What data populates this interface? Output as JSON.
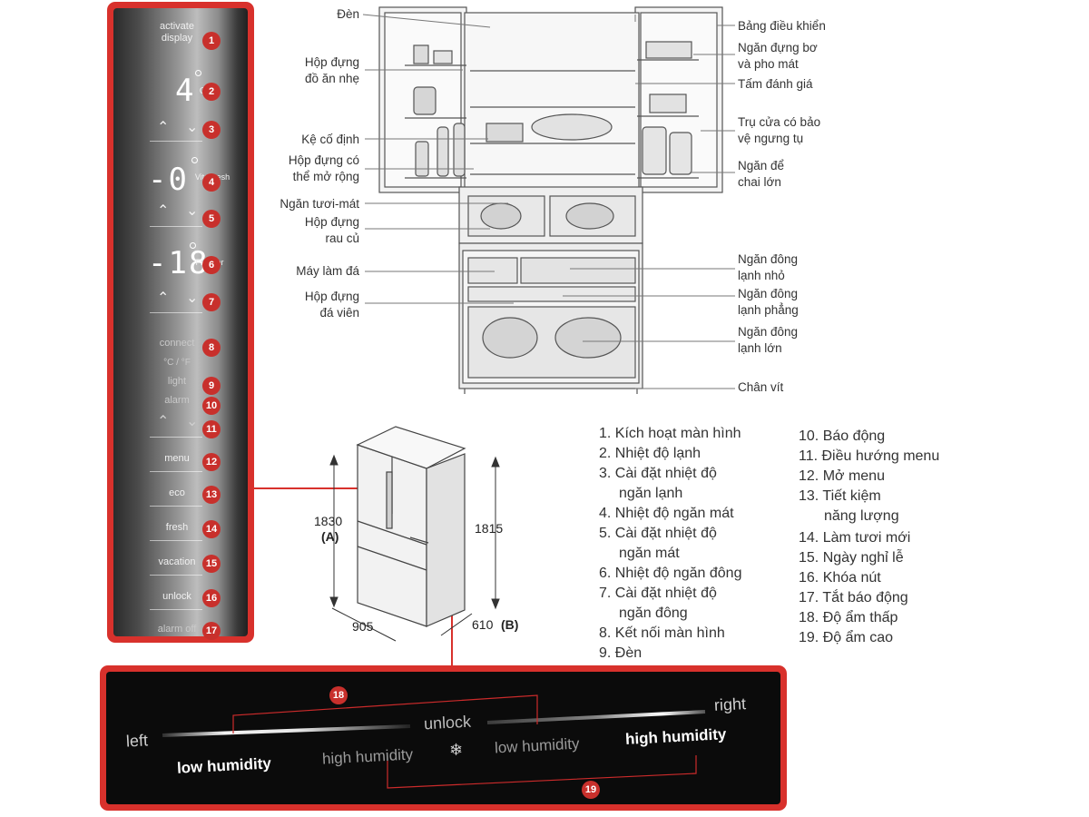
{
  "panel": {
    "activate_display": "activate\ndisplay",
    "cool_temp": "4",
    "cool_label": "Cool",
    "vita_temp": "-0",
    "vita_label": "VitaFresh",
    "freeze_temp": "-18",
    "freeze_label": "Freezer",
    "connect": "connect",
    "unit": "°C / °F",
    "light": "light",
    "alarm": "alarm",
    "menu": "menu",
    "eco": "eco",
    "fresh": "fresh",
    "vacation": "vacation",
    "unlock": "unlock",
    "alarm_off": "alarm off",
    "badges": [
      "1",
      "2",
      "3",
      "4",
      "5",
      "6",
      "7",
      "8",
      "9",
      "10",
      "11",
      "12",
      "13",
      "14",
      "15",
      "16",
      "17"
    ]
  },
  "callouts": {
    "den": "Đèn",
    "hop_dung_do_an_nhe_1": "Hộp đựng",
    "hop_dung_do_an_nhe_2": "đồ ăn nhẹ",
    "ke_co_dinh": "Kệ cố định",
    "hop_mo_rong_1": "Hộp đựng có",
    "hop_mo_rong_2": "thể mở rộng",
    "ngan_tuoi_mat": "Ngăn tươi-mát",
    "hop_rau_cu_1": "Hộp đựng",
    "hop_rau_cu_2": "rau củ",
    "may_lam_da": "Máy làm đá",
    "hop_da_vien_1": "Hộp đựng",
    "hop_da_vien_2": "đá viên",
    "bang_dieu_khien": "Bảng điều khiển",
    "ngan_bo_1": "Ngăn đựng bơ",
    "ngan_bo_2": "và pho mát",
    "tam_danh_gia": "Tấm đánh giá",
    "tru_cua_1": "Trụ cửa có bảo",
    "tru_cua_2": "vệ ngưng tụ",
    "ngan_chai_1": "Ngăn để",
    "ngan_chai_2": "chai lớn",
    "dong_nho_1": "Ngăn đông",
    "dong_nho_2": "lạnh nhỏ",
    "dong_phang_1": "Ngăn đông",
    "dong_phang_2": "lạnh phẳng",
    "dong_lon_1": "Ngăn đông",
    "dong_lon_2": "lạnh lớn",
    "chan_vit": "Chân vít"
  },
  "dimensions": {
    "height_a": "1830",
    "height_a_tag": "(A)",
    "height_b": "1815",
    "width": "905",
    "depth": "610",
    "depth_tag": "(B)"
  },
  "legend_left": [
    [
      "1. Kích hoạt màn hình"
    ],
    [
      "2. Nhiệt độ lạnh"
    ],
    [
      "3. Cài đặt nhiệt độ",
      "ngăn lạnh"
    ],
    [
      "4. Nhiệt độ ngăn mát"
    ],
    [
      "5. Cài đặt nhiệt độ",
      "ngăn mát"
    ],
    [
      "6. Nhiệt độ ngăn đông"
    ],
    [
      "7. Cài đặt nhiệt độ",
      "ngăn đông"
    ],
    [
      "8. Kết nối màn hình"
    ],
    [
      "9. Đèn"
    ]
  ],
  "legend_right": [
    [
      "10. Báo động"
    ],
    [
      "11. Điều hướng menu"
    ],
    [
      "12. Mở menu"
    ],
    [
      "13. Tiết kiệm",
      "năng lượng"
    ],
    [
      "14. Làm tươi mới"
    ],
    [
      "15. Ngày nghỉ lễ"
    ],
    [
      "16. Khóa nút"
    ],
    [
      "17. Tắt báo động"
    ],
    [
      "18. Độ ẩm thấp"
    ],
    [
      "19. Độ ẩm cao"
    ]
  ],
  "humidity": {
    "left": "left",
    "right": "right",
    "unlock": "unlock",
    "low_1": "low humidity",
    "high_1": "high humidity",
    "low_2": "low humidity",
    "high_2": "high humidity",
    "badge_18": "18",
    "badge_19": "19"
  },
  "colors": {
    "frame_red": "#d8312c",
    "badge_red": "#c8302c",
    "callout_line": "#777777"
  }
}
